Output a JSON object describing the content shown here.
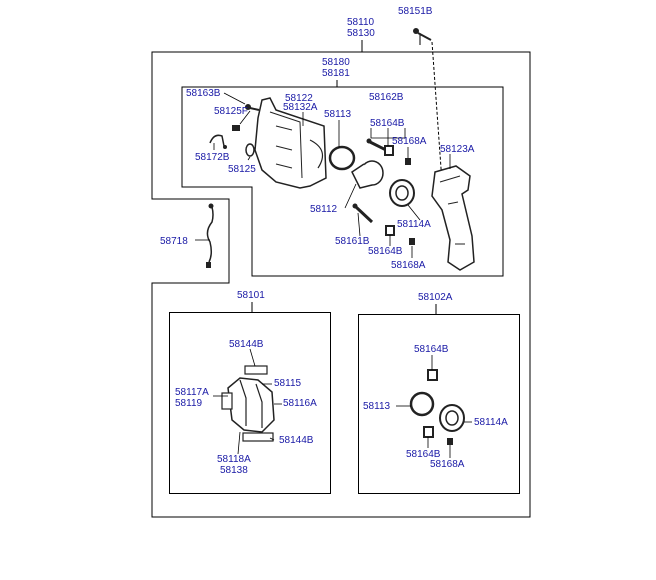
{
  "colors": {
    "label": "#1a1aa6",
    "line": "#000000",
    "part": "#222222",
    "shade": "#bdbdbd"
  },
  "labels": {
    "p58110": "58110",
    "p58130": "58130",
    "p58151B": "58151B",
    "p58180": "58180",
    "p58181": "58181",
    "p58163B": "58163B",
    "p58122": "58122",
    "p58132A": "58132A",
    "p58162B": "58162B",
    "p58125F": "58125F",
    "p58113": "58113",
    "p58164B_top": "58164B",
    "p58168A_top": "58168A",
    "p58172B": "58172B",
    "p58125": "58125",
    "p58123A": "58123A",
    "p58112": "58112",
    "p58114A": "58114A",
    "p58161B": "58161B",
    "p58164B_mid": "58164B",
    "p58168A_mid": "58168A",
    "p58718": "58718",
    "p58101": "58101",
    "p58102A": "58102A",
    "p58144B_top": "58144B",
    "p58117A": "58117A",
    "p58119": "58119",
    "p58115": "58115",
    "p58116A": "58116A",
    "p58144B_bot": "58144B",
    "p58118A": "58118A",
    "p58138": "58138",
    "p58164B_kit1": "58164B",
    "p58113_kit": "58113",
    "p58114A_kit": "58114A",
    "p58164B_kit2": "58164B",
    "p58168A_kit": "58168A"
  }
}
